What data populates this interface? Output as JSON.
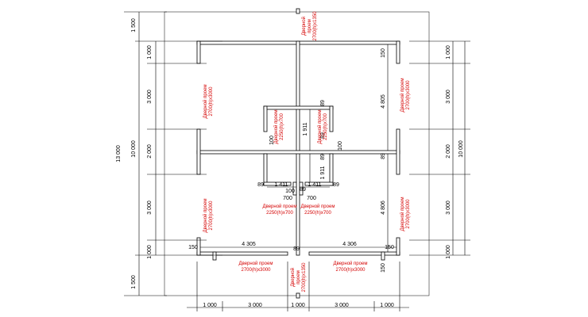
{
  "door": {
    "l1": "Дверной",
    "l2": "проем",
    "l1_full": "Дверной проем",
    "size_top_bottom": "2700(h)x1350",
    "size_side": "2700(h)x3000",
    "size_inner": "2250(h)x700"
  },
  "dims": {
    "outer_left": "13 000",
    "inner_left": "10 000",
    "inner_right": "10 000",
    "seg_1500": "1 500",
    "seg_1000": "1 000",
    "seg_3000": "3 000",
    "seg_2000": "2 000",
    "bottom_1000": "1 000",
    "bottom_3000": "3 000",
    "len_4805": "4 805",
    "len_4806": "4 806",
    "len_4305": "4 305",
    "len_4306": "4 306",
    "len_1911": "1 911",
    "len_1411": "1 411",
    "v150": "150",
    "v89": "89",
    "v100": "100",
    "v700": "700"
  }
}
